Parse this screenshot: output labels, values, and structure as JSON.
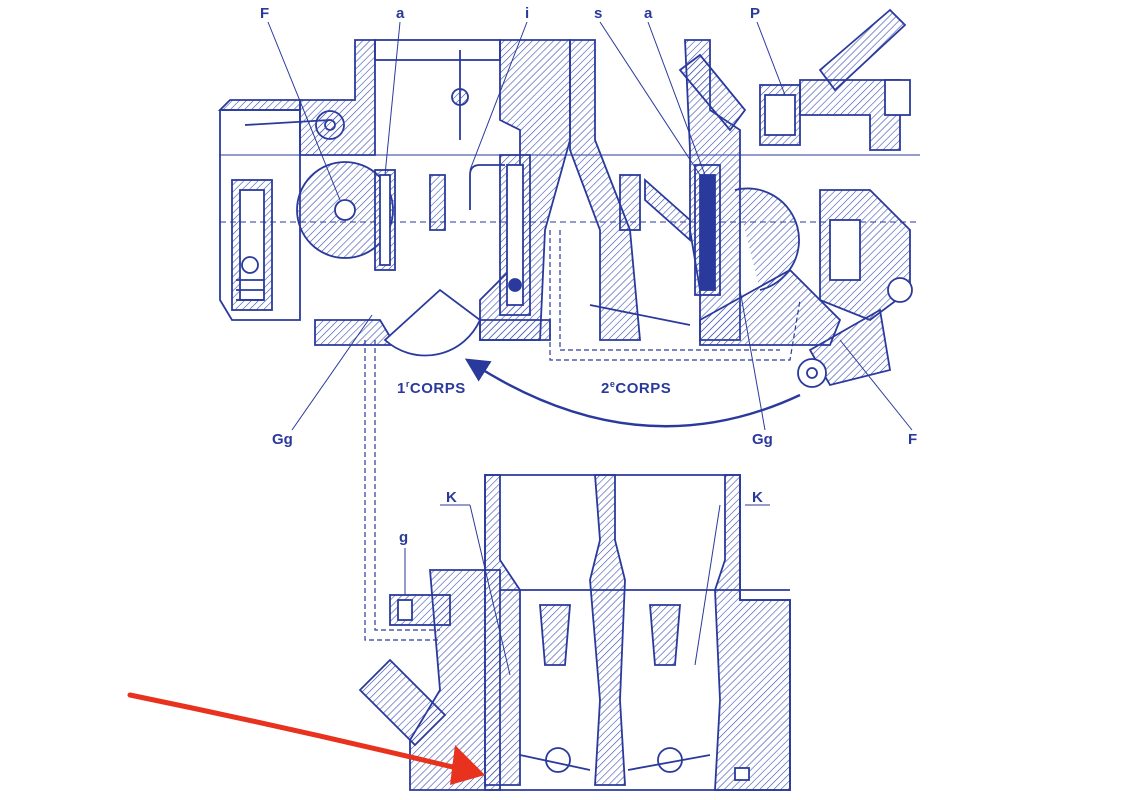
{
  "diagram": {
    "colors": {
      "ink": "#2a3a9c",
      "hatch": "#3b4fb0",
      "arrow": "#e8321e",
      "paper": "#ffffff"
    },
    "top_labels": {
      "F": "F",
      "a_left": "a",
      "i": "i",
      "s": "s",
      "a_right": "a",
      "P": "P"
    },
    "corps": {
      "first_num": "1",
      "first_sup": "r",
      "first_word": "CORPS",
      "second_num": "2",
      "second_sup": "e",
      "second_word": "CORPS"
    },
    "lower_labels": {
      "Gg_left": "Gg",
      "Gg_right": "Gg",
      "F_right": "F",
      "K_left": "K",
      "K_right": "K",
      "g": "g"
    }
  }
}
